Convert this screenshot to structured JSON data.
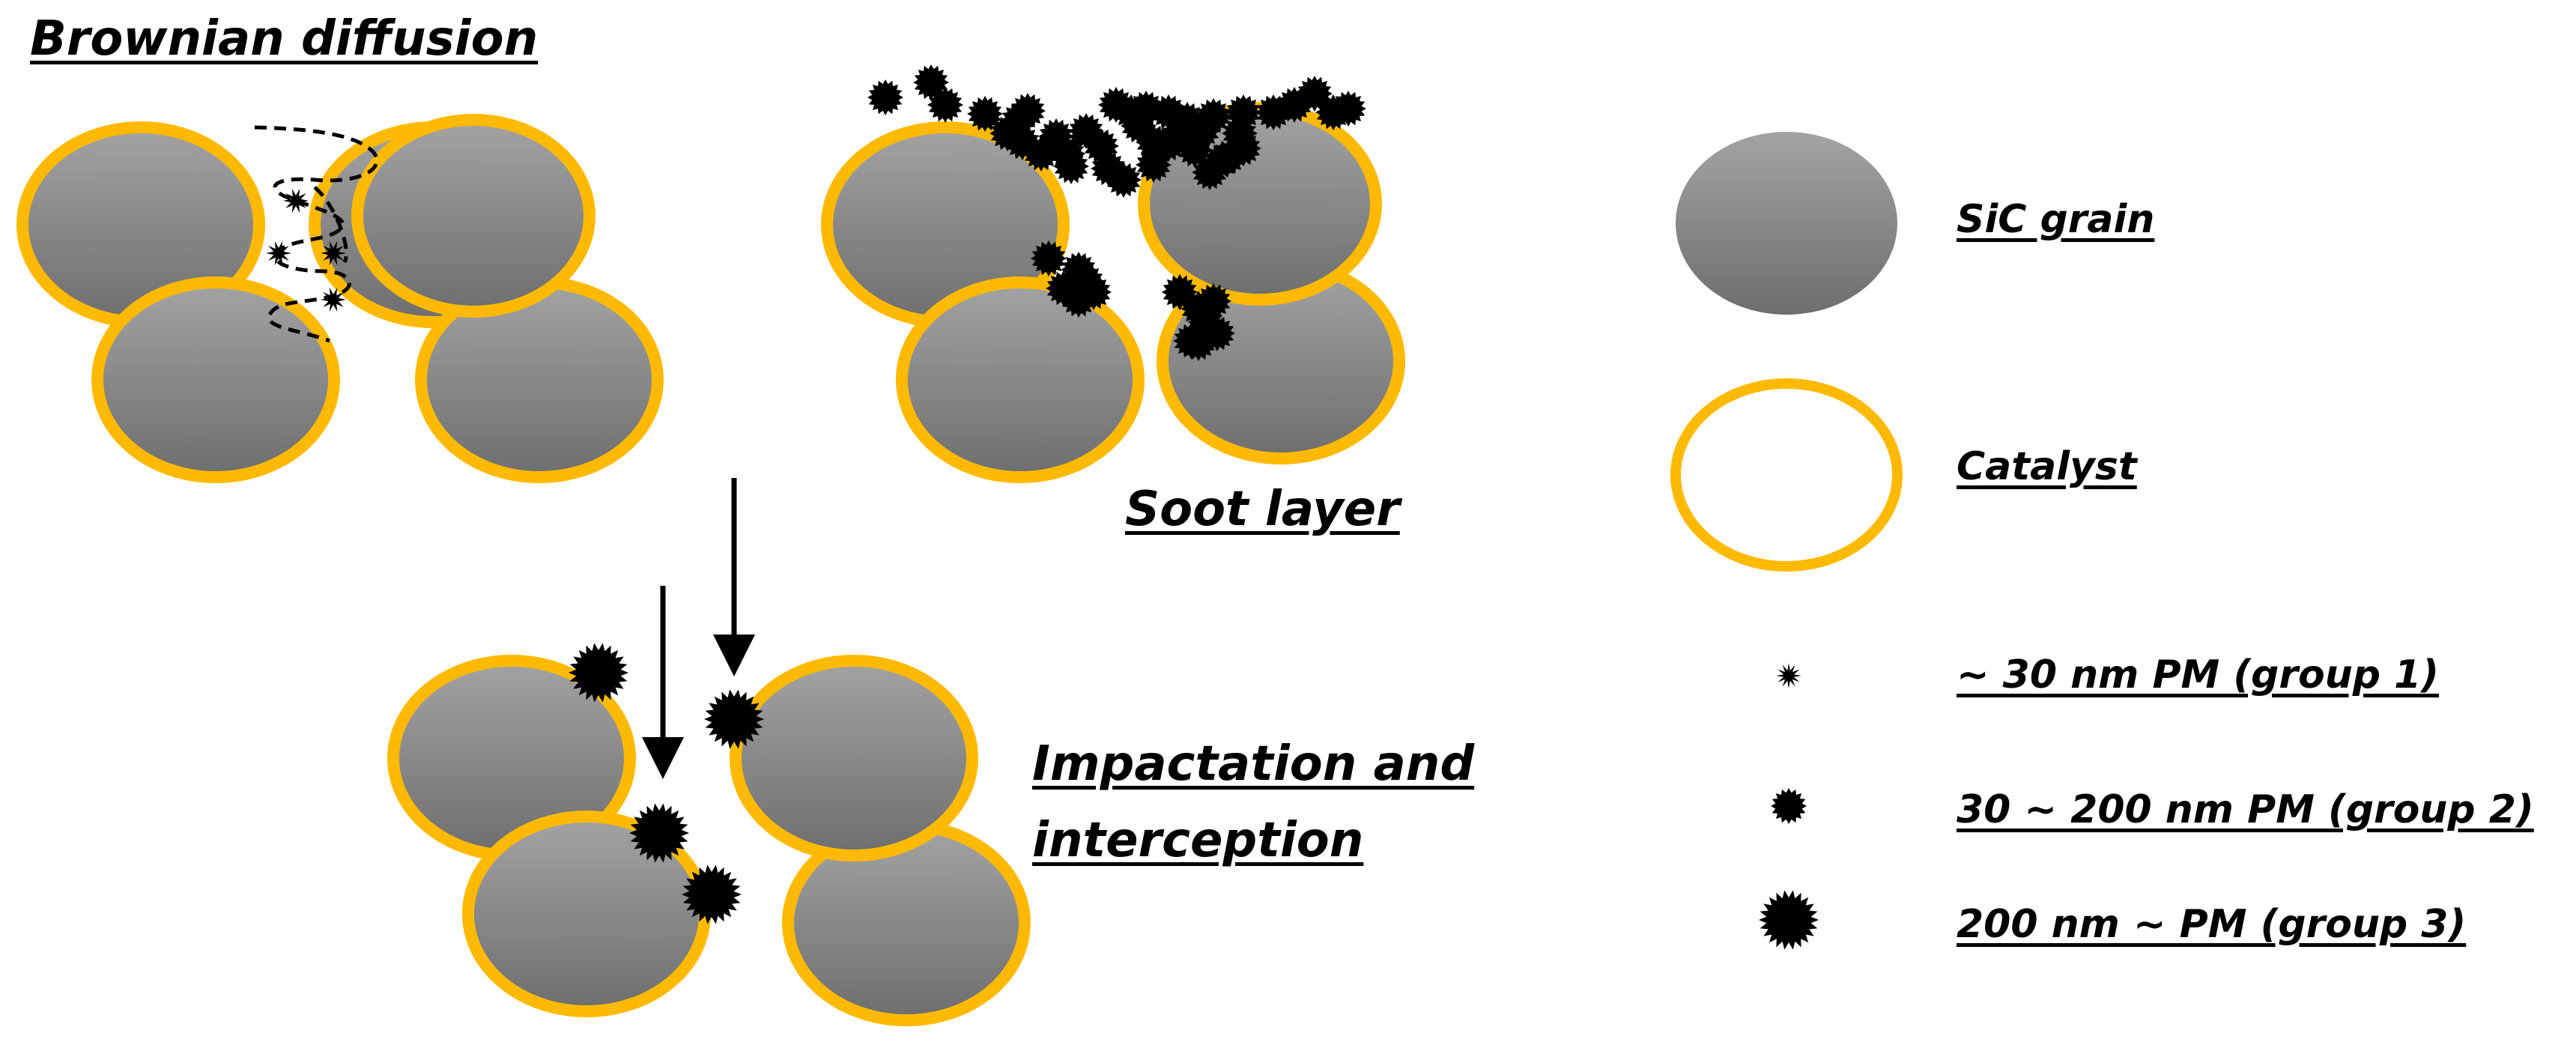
{
  "colors": {
    "grain_top": "#a3a3a3",
    "grain_bottom": "#6e6e6e",
    "catalyst": "#ffba00",
    "particle": "#000000"
  },
  "labels": {
    "brownian": "Brownian diffusion",
    "soot": "Soot layer",
    "impaction_line1": "Impactation and",
    "impaction_line2": "interception"
  },
  "legend": {
    "sic_grain": "SiC grain",
    "catalyst": "Catalyst",
    "group1": "~ 30 nm PM (group 1)",
    "group2": "30 ~ 200 nm PM (group 2)",
    "group3": "200 nm ~ PM (group 3)"
  }
}
